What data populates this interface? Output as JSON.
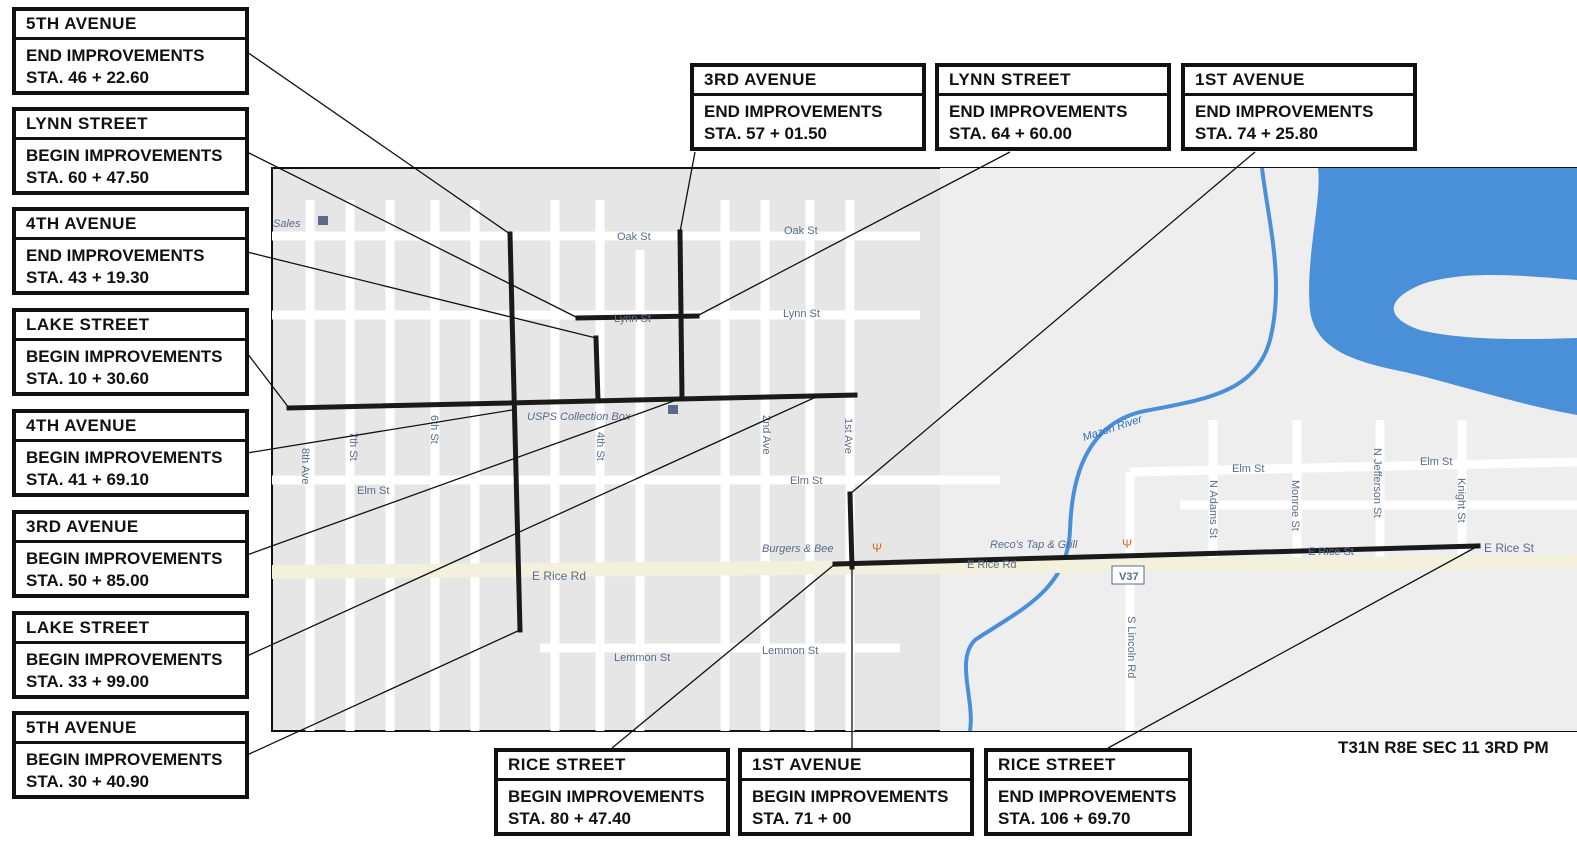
{
  "map": {
    "street_labels": {
      "sales": "Sales",
      "oak_st_1": "Oak St",
      "oak_st_2": "Oak St",
      "lynn_st_1": "Lynn St",
      "lynn_st_2": "Lynn St",
      "usps": "USPS Collection Box",
      "ave_8th": "8th Ave",
      "st_7th": "7th St",
      "st_6th": "6th St",
      "st_4th": "4th St",
      "ave_2nd": "2nd Ave",
      "ave_1st": "1st Ave",
      "elm_st_1": "Elm St",
      "elm_st_2": "Elm St",
      "elm_st_3": "Elm St",
      "elm_st_4": "Elm St",
      "mazon_river": "Mazon River",
      "burgers": "Burgers & Bee",
      "recos": "Reco's Tap & Grill",
      "e_rice_rd_1": "E Rice Rd",
      "e_rice_rd_2": "E Rice Rd",
      "e_rice_st_1": "E Rice St",
      "e_rice_st_2": "E Rice St",
      "route_v37": "V37",
      "lemmon_st_1": "Lemmon St",
      "lemmon_st_2": "Lemmon St",
      "s_lincoln_rd": "S Lincoln Rd",
      "n_adams_st": "N Adams St",
      "monroe_st": "Monroe St",
      "n_jefferson_st": "N Jefferson St",
      "knight_st": "Knight St"
    },
    "colors": {
      "road": "#ffffff",
      "water": "#4a90d9",
      "improvement": "#1a1a1a",
      "map_bg": "#e6e6e6"
    }
  },
  "callouts": [
    {
      "id": "5th-ave-end",
      "street": "5TH  AVENUE",
      "action": "END  IMPROVEMENTS",
      "station": "STA. 46 + 22.60"
    },
    {
      "id": "lynn-begin",
      "street": "LYNN  STREET",
      "action": "BEGIN  IMPROVEMENTS",
      "station": "STA. 60 + 47.50"
    },
    {
      "id": "4th-ave-end",
      "street": "4TH  AVENUE",
      "action": "END  IMPROVEMENTS",
      "station": "STA. 43 + 19.30"
    },
    {
      "id": "lake-begin-1",
      "street": "LAKE  STREET",
      "action": "BEGIN  IMPROVEMENTS",
      "station": "STA. 10 + 30.60"
    },
    {
      "id": "4th-ave-begin",
      "street": "4TH  AVENUE",
      "action": "BEGIN  IMPROVEMENTS",
      "station": "STA. 41 + 69.10"
    },
    {
      "id": "3rd-ave-begin",
      "street": "3RD  AVENUE",
      "action": "BEGIN  IMPROVEMENTS",
      "station": "STA. 50 + 85.00"
    },
    {
      "id": "lake-begin-2",
      "street": "LAKE  STREET",
      "action": "BEGIN  IMPROVEMENTS",
      "station": "STA. 33 + 99.00"
    },
    {
      "id": "5th-ave-begin",
      "street": "5TH  AVENUE",
      "action": "BEGIN  IMPROVEMENTS",
      "station": "STA. 30 + 40.90"
    },
    {
      "id": "3rd-ave-end",
      "street": "3RD  AVENUE",
      "action": "END  IMPROVEMENTS",
      "station": "STA. 57 + 01.50"
    },
    {
      "id": "lynn-end",
      "street": "LYNN  STREET",
      "action": "END  IMPROVEMENTS",
      "station": "STA. 64 + 60.00"
    },
    {
      "id": "1st-ave-end",
      "street": "1ST  AVENUE",
      "action": "END  IMPROVEMENTS",
      "station": "STA. 74 + 25.80"
    },
    {
      "id": "rice-begin",
      "street": "RICE  STREET",
      "action": "BEGIN  IMPROVEMENTS",
      "station": "STA. 80 + 47.40"
    },
    {
      "id": "1st-ave-begin",
      "street": "1ST  AVENUE",
      "action": "BEGIN  IMPROVEMENTS",
      "station": "STA. 71 + 00"
    },
    {
      "id": "rice-end",
      "street": "RICE  STREET",
      "action": "END  IMPROVEMENTS",
      "station": "STA. 106 + 69.70"
    }
  ],
  "township": "T31N  R8E  SEC  11  3RD  PM"
}
